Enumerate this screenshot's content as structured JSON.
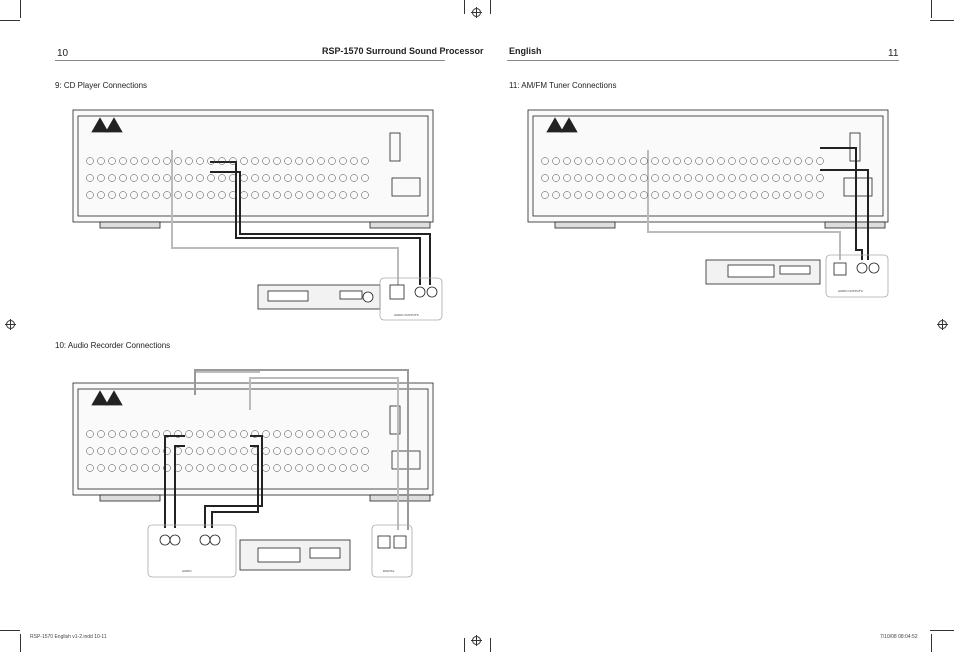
{
  "left_page": {
    "number": "10",
    "header_title": "RSP-1570 Surround Sound Processor"
  },
  "right_page": {
    "number": "11",
    "header_title": "English"
  },
  "sections": {
    "cd": {
      "title": "9: CD Player Connections",
      "outputs_label": "AUDIO OUTPUTS"
    },
    "recorder": {
      "title": "10: Audio Recorder Connections",
      "audio_label": "AUDIO",
      "digital_label": "DIGITAL"
    },
    "tuner": {
      "title": "11: AM/FM Tuner Connections",
      "outputs_label": "AUDIO OUTPUTS"
    }
  },
  "footer": {
    "file": "RSP-1570 English v1-2.indd   10-11",
    "date": "7/10/08   08:04:52"
  }
}
